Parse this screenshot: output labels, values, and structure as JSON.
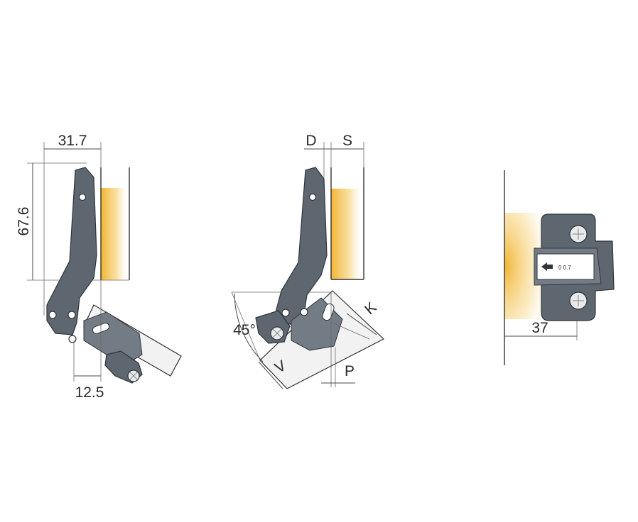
{
  "views": {
    "side_view": {
      "dim_width": "31.7",
      "dim_height": "67.6",
      "dim_offset": "12.5"
    },
    "open_view": {
      "label_d": "D",
      "label_s": "S",
      "label_k": "K",
      "label_v": "V",
      "label_p": "P",
      "angle": "45°"
    },
    "plate_view": {
      "dim_plate": "37",
      "plate_marking": "0 0.7"
    }
  },
  "colors": {
    "metal": "#5e6670",
    "glow": "#f2b431",
    "line": "#333333"
  }
}
